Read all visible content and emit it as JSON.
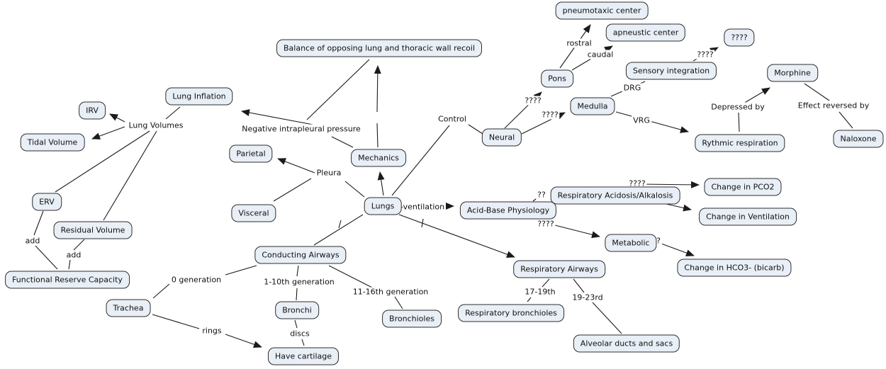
{
  "colors": {
    "background": "#ffffff",
    "node_fill": "#e9eff6",
    "node_border": "#2e2e2e",
    "line": "#1b1b1b",
    "text": "#101010"
  },
  "nodes": {
    "pneumotaxic_center": "pneumotaxic center",
    "apneustic_center": "apneustic center",
    "unknown_box": "????",
    "sensory_integration": "Sensory integration",
    "morphine": "Morphine",
    "pons": "Pons",
    "medulla": "Medulla",
    "neural": "Neural",
    "rythmic_respiration": "Rythmic respiration",
    "naloxone": "Naloxone",
    "balance_recoil": "Balance of opposing lung and thoracic wall recoil",
    "lung_inflation": "Lung Inflation",
    "irv": "IRV",
    "tidal_volume": "Tidal Volume",
    "erv": "ERV",
    "residual_volume": "Residual Volume",
    "functional_reserve_capacity": "Functional Reserve Capacity",
    "parietal": "Parietal",
    "visceral": "Visceral",
    "mechanics": "Mechanics",
    "lungs": "Lungs",
    "acid_base_physiology": "Acid-Base Physiology",
    "respiratory_acidosis_alkalosis": "Respiratory Acidosis/Alkalosis",
    "change_in_pco2": "Change in PCO2",
    "change_in_ventilation": "Change in Ventilation",
    "metabolic": "Metabolic",
    "change_in_hco3": "Change in HCO3- (bicarb)",
    "conducting_airways": "Conducting Airways",
    "respiratory_airways": "Respiratory Airways",
    "trachea": "Trachea",
    "bronchi": "Bronchi",
    "bronchioles": "Bronchioles",
    "respiratory_bronchioles": "Respiratory bronchioles",
    "alveolar_ducts_and_sacs": "Alveolar ducts and sacs",
    "have_cartilage": "Have cartilage"
  },
  "edge_labels": {
    "rostral": "rostral",
    "caudal": "caudal",
    "q_sensory": "????",
    "drg": "DRG",
    "vrg": "VRG",
    "depressed_by": "Depressed by",
    "effect_reversed_by": "Effect reversed by",
    "control": "Control",
    "q_pons": "????",
    "q_medulla": "????",
    "lung_volumes": "Lung Volumes",
    "negative_intrapleural_pressure": "Negative intrapleural pressure",
    "pleura": "Pleura",
    "ventilation": "-ventilation",
    "q_resp_acid": "??",
    "q_pco2": "????",
    "q_metabolic": "????",
    "q_hco3": "?",
    "add_erv": "add",
    "add_residual": "add",
    "gen_0": "0 generation",
    "gen_1_10": "1-10th generation",
    "gen_11_16": "11-16th generation",
    "gen_17_19": "17-19th",
    "gen_19_23": "19-23rd",
    "discs": "discs",
    "rings": "rings"
  }
}
